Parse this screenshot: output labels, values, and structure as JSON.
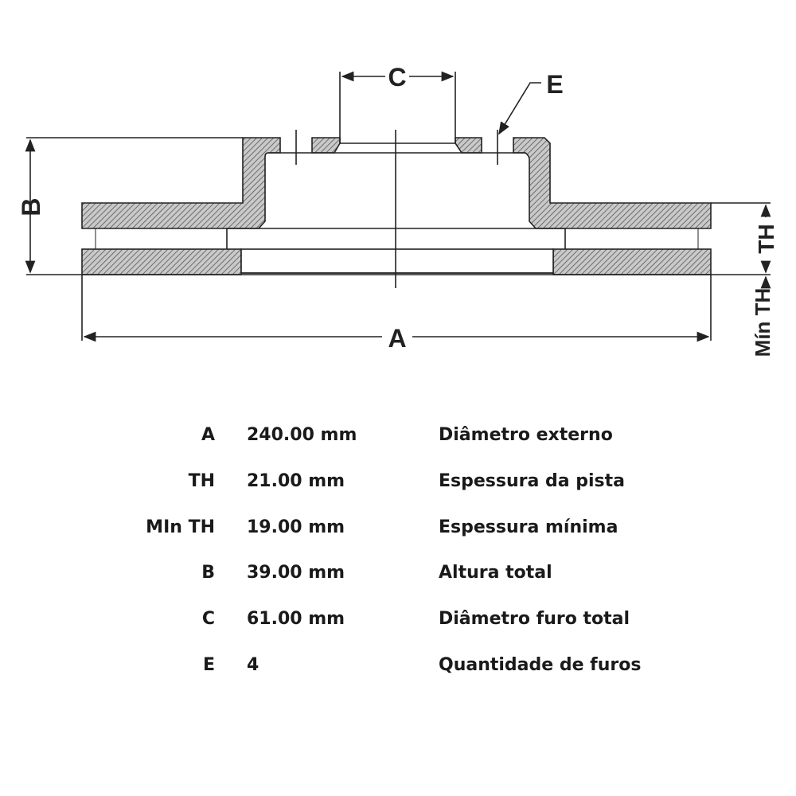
{
  "diagram": {
    "labels": {
      "A": "A",
      "B": "B",
      "C": "C",
      "E": "E",
      "TH": "TH",
      "min_th": "Mín TH"
    }
  },
  "specs": [
    {
      "code": "A",
      "value": "240.00 mm",
      "description": "Diâmetro externo"
    },
    {
      "code": "TH",
      "value": "21.00 mm",
      "description": "Espessura da pista"
    },
    {
      "code": "MIn TH",
      "value": "19.00 mm",
      "description": "Espessura mínima"
    },
    {
      "code": "B",
      "value": "39.00 mm",
      "description": "Altura total"
    },
    {
      "code": "C",
      "value": "61.00 mm",
      "description": "Diâmetro furo total"
    },
    {
      "code": "E",
      "value": "4",
      "description": "Quantidade de furos"
    }
  ]
}
